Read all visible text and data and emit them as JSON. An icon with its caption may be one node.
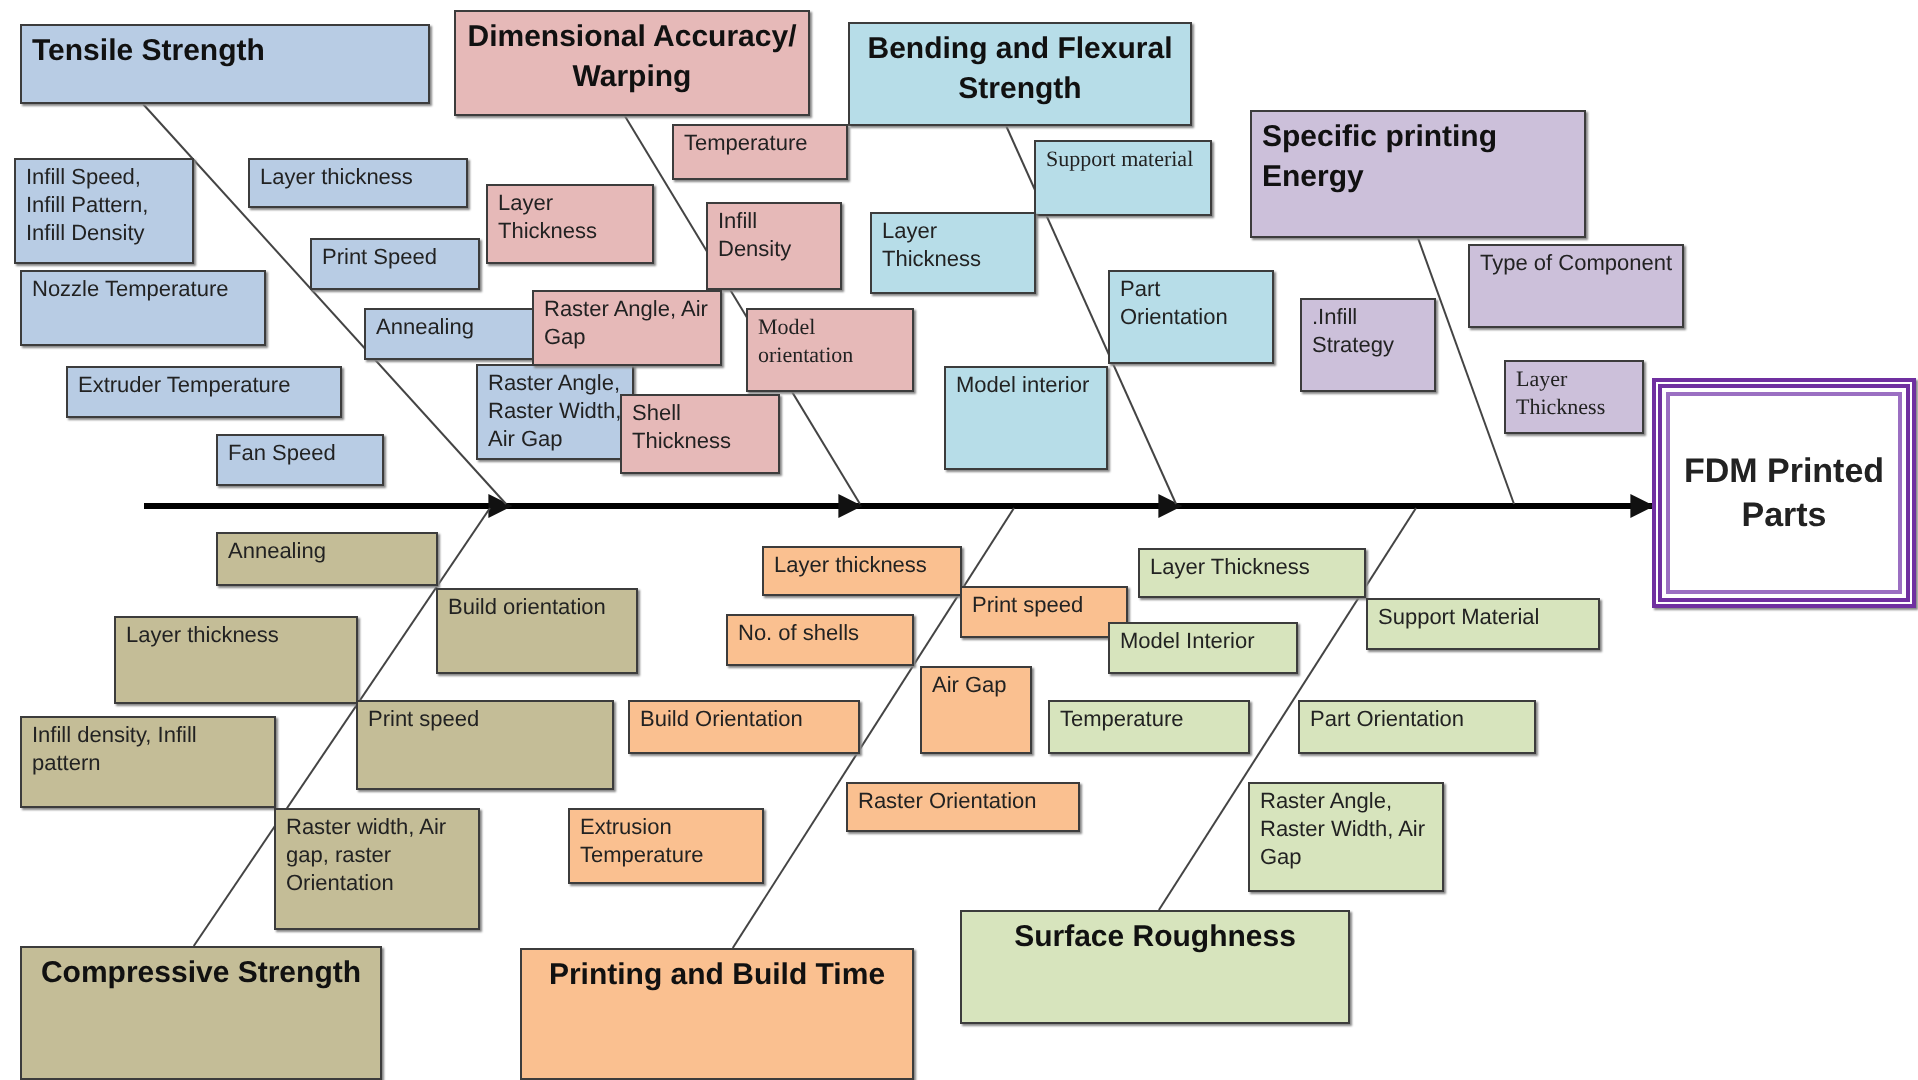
{
  "diagram": {
    "nodes": [
      {
        "text": [
          "Tensile Strength"
        ]
      },
      {
        "text": [
          "Dimensional Accuracy/ Warping"
        ]
      },
      {
        "text": [
          "Bending and Flexural Strength"
        ]
      },
      {
        "text": [
          "Specific printing Energy"
        ]
      },
      {
        "text": [
          "FDM Printed Parts"
        ]
      },
      {
        "text": [
          "Infill Speed, Infill Pattern, Infill Density"
        ]
      },
      {
        "text": [
          "Layer thickness"
        ]
      },
      {
        "text": [
          "Print Speed"
        ]
      },
      {
        "text": [
          "Nozzle Temperature"
        ]
      },
      {
        "text": [
          "Annealing"
        ]
      },
      {
        "text": [
          "Extruder Temperature"
        ]
      },
      {
        "text": [
          "Fan Speed"
        ]
      },
      {
        "text": [
          "Raster Angle, Raster Width, Air Gap"
        ]
      },
      {
        "text": [
          "Temperature"
        ]
      },
      {
        "text": [
          "Layer Thickness"
        ]
      },
      {
        "text": [
          "Infill Density"
        ]
      },
      {
        "text": [
          "Raster Angle, Air Gap"
        ]
      },
      {
        "text": [
          "Model orientation"
        ]
      },
      {
        "text": [
          "Shell Thickness"
        ]
      },
      {
        "text": [
          "Support material"
        ]
      },
      {
        "text": [
          "Layer Thickness"
        ]
      },
      {
        "text": [
          "Part Orientation"
        ]
      },
      {
        "text": [
          "Model interior"
        ]
      },
      {
        "text": [
          ".Infill Strategy"
        ]
      },
      {
        "text": [
          "Type of Component"
        ]
      },
      {
        "text": [
          "Layer Thickness"
        ]
      },
      {
        "text": [
          "Compressive Strength"
        ]
      },
      {
        "text": [
          "Printing and Build Time"
        ]
      },
      {
        "text": [
          "Surface Roughness"
        ]
      },
      {
        "text": [
          "Annealing"
        ]
      },
      {
        "text": [
          "Build orientation"
        ]
      },
      {
        "text": [
          "Layer thickness"
        ]
      },
      {
        "text": [
          "Print speed"
        ]
      },
      {
        "text": [
          "Infill density, Infill pattern"
        ]
      },
      {
        "text": [
          "Raster width, Air gap, raster Orientation"
        ]
      },
      {
        "text": [
          "Layer thickness"
        ]
      },
      {
        "text": [
          "Print speed"
        ]
      },
      {
        "text": [
          "No. of shells"
        ]
      },
      {
        "text": [
          "Air Gap"
        ]
      },
      {
        "text": [
          "Build Orientation"
        ]
      },
      {
        "text": [
          "Raster Orientation"
        ]
      },
      {
        "text": [
          "Extrusion Temperature"
        ]
      },
      {
        "text": [
          "Layer Thickness"
        ]
      },
      {
        "text": [
          "Model Interior"
        ]
      },
      {
        "text": [
          "Support Material"
        ]
      },
      {
        "text": [
          "Temperature"
        ]
      },
      {
        "text": [
          "Part Orientation"
        ]
      },
      {
        "text": [
          "Raster Angle, Raster Width, Air Gap"
        ]
      }
    ],
    "edges": [
      {
        "from": null,
        "to": 4,
        "arrow": "to",
        "style": "thick"
      },
      {
        "from": 0,
        "to": null,
        "arrow": "none"
      },
      {
        "from": 1,
        "to": null,
        "arrow": "none"
      },
      {
        "from": 2,
        "to": null,
        "arrow": "none"
      },
      {
        "from": 3,
        "to": null,
        "arrow": "none"
      },
      {
        "from": 26,
        "to": null,
        "arrow": "none"
      },
      {
        "from": 27,
        "to": null,
        "arrow": "none"
      },
      {
        "from": 28,
        "to": null,
        "arrow": "none"
      }
    ]
  }
}
